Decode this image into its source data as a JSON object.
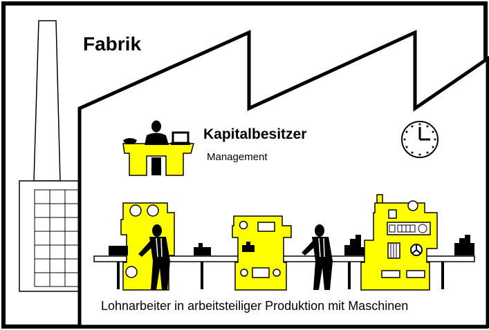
{
  "title": "Fabrik",
  "owner_label": "Kapitalbesitzer",
  "owner_sublabel": "Management",
  "caption": "Lohnarbeiter in arbeitsteiliger Produktion mit Maschinen",
  "colors": {
    "machine_fill": "#ffff00",
    "ink": "#000000",
    "background": "#ffffff"
  },
  "icons": [
    "chimney",
    "factory-building",
    "desk",
    "manager-figure",
    "telephone-icon",
    "computer-icon",
    "wall-clock-icon",
    "conveyor-belt",
    "machine",
    "worker-figure",
    "workpiece"
  ]
}
